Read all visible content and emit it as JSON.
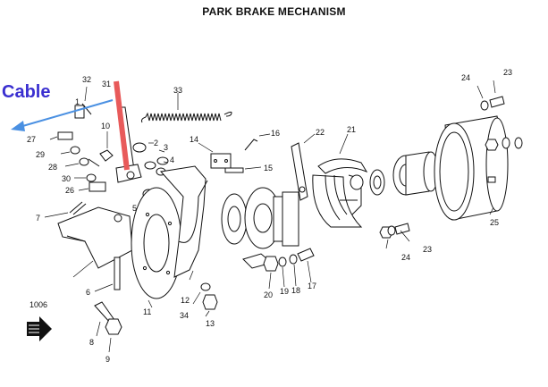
{
  "title": "PARK BRAKE MECHANISM",
  "annotation": {
    "label": "Cable",
    "label_color": "#3a2fd0",
    "arrow_color": "#4a90e2",
    "lever_highlight_color": "#e85a5a"
  },
  "figure_number": "1006",
  "part_numbers": [
    "1",
    "2",
    "3",
    "4",
    "5",
    "6",
    "7",
    "8",
    "9",
    "10",
    "11",
    "12",
    "13",
    "14",
    "15",
    "16",
    "17",
    "18",
    "19",
    "20",
    "21",
    "22",
    "23",
    "23",
    "24",
    "24",
    "25",
    "26",
    "27",
    "28",
    "29",
    "30",
    "31",
    "32",
    "33",
    "34"
  ],
  "icons": [
    "direction-arrow-icon"
  ]
}
